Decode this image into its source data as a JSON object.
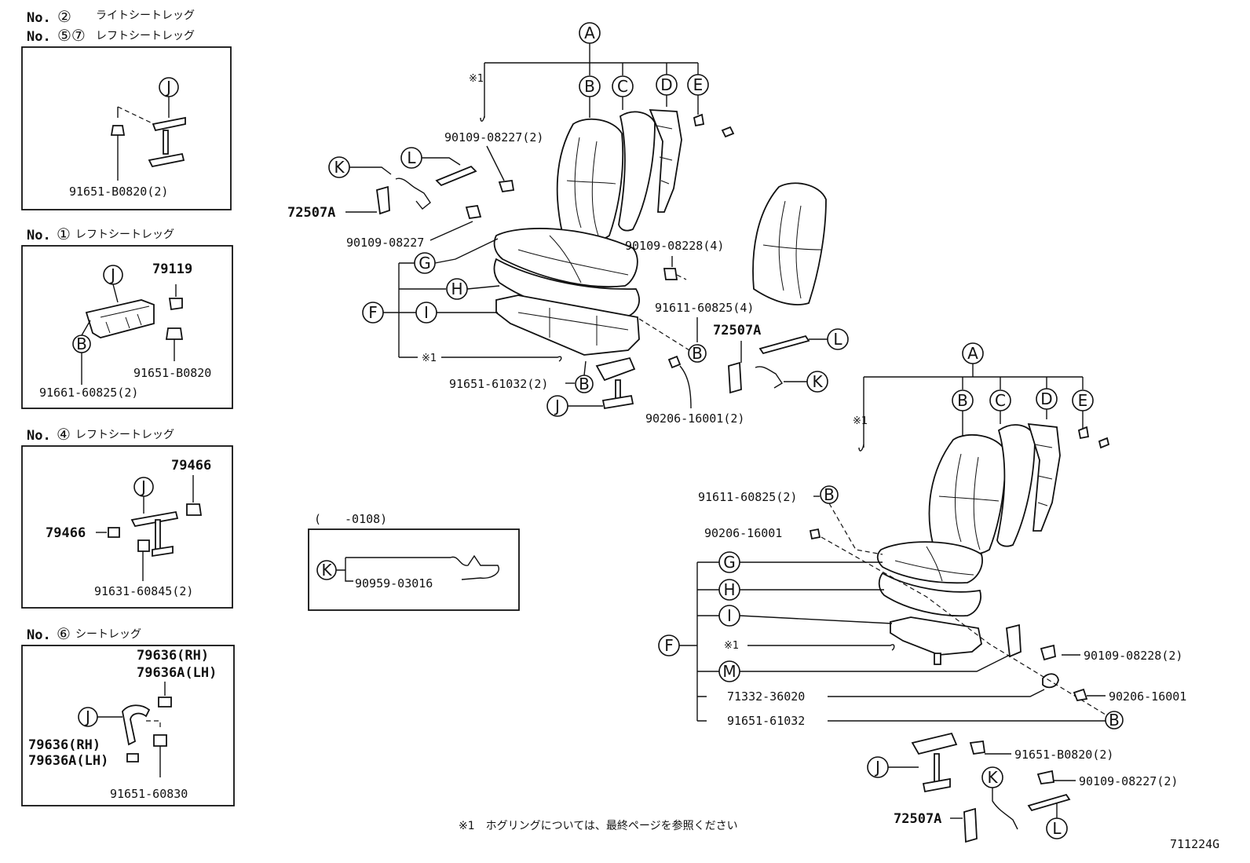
{
  "insets": {
    "inset1": {
      "no_label": "No.",
      "nums1": "②",
      "title1": "ライトシートレッグ",
      "nums2": "⑤⑦",
      "title2": "レフトシートレッグ",
      "callout": "J",
      "part": "91651-B0820(2)"
    },
    "inset2": {
      "no_label": "No.",
      "nums": "①",
      "title": "レフトシートレッグ",
      "callout_j": "J",
      "callout_b": "B",
      "part_a": "79119",
      "part_b": "91651-B0820",
      "part_c": "91661-60825(2)"
    },
    "inset3": {
      "no_label": "No.",
      "nums": "④",
      "title": "レフトシートレッグ",
      "callout": "J",
      "part_a": "79466",
      "part_b": "79466",
      "part_c": "91631-60845(2)"
    },
    "inset4": {
      "no_label": "No.",
      "nums": "⑥",
      "title": "シートレッグ",
      "callout": "J",
      "part_a": "79636(RH)",
      "part_b": "79636A(LH)",
      "part_c": "79636(RH)",
      "part_d": "79636A(LH)",
      "part_e": "91651-60830"
    },
    "inset5": {
      "range": "(　　-0108)",
      "callout": "K",
      "part": "90959-03016"
    }
  },
  "top_seat": {
    "callouts": {
      "a": "A",
      "b": "B",
      "c": "C",
      "d": "D",
      "e": "E",
      "f": "F",
      "g": "G",
      "h": "H",
      "i": "I",
      "j": "J",
      "k": "K",
      "l": "L",
      "b2": "B",
      "b3": "B"
    },
    "mark": "※1",
    "mark2": "※1",
    "parts": {
      "p1": "90109-08227(2)",
      "p2": "72507A",
      "p3": "90109-08227",
      "p4": "91651-61032(2)",
      "p5": "90109-08228(4)",
      "p6": "91611-60825(4)",
      "p7": "90206-16001(2)"
    }
  },
  "mid": {
    "part": "72507A",
    "callout_l": "L",
    "callout_k": "K"
  },
  "bottom_seat": {
    "callouts": {
      "a": "A",
      "b": "B",
      "c": "C",
      "d": "D",
      "e": "E",
      "f": "F",
      "g": "G",
      "h": "H",
      "i": "I",
      "m": "M",
      "j": "J",
      "k": "K",
      "l": "L",
      "b1": "B",
      "b2": "B"
    },
    "mark": "※1",
    "mark2": "※1",
    "parts": {
      "p1": "91611-60825(2)",
      "p2": "90206-16001",
      "p3": "90109-08228(2)",
      "p4": "71332-36020",
      "p5": "90206-16001",
      "p6": "91651-61032",
      "p7": "91651-B0820(2)",
      "p8": "90109-08227(2)",
      "p9": "72507A"
    }
  },
  "footnote": "※1　ホグリングについては、最終ページを参照ください",
  "diagram_code": "711224G"
}
